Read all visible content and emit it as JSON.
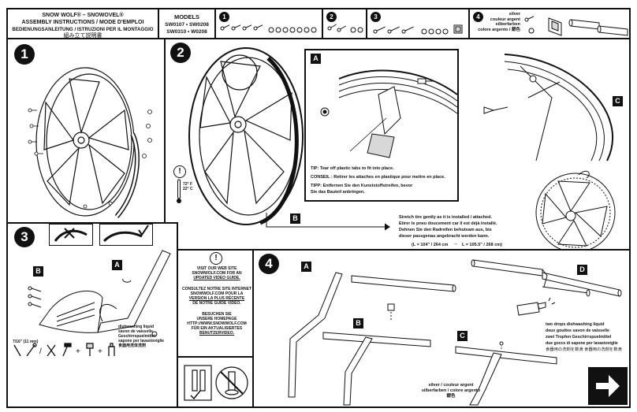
{
  "header": {
    "brand": "SNOW WOLF® – SNOWOVEL®",
    "line1": "ASSEMBLY INSTRUCTIONS / MODE D'EMPLOI",
    "line2": "BEDIENUNGSANLEITUNG / ISTRUZIONI PER IL MONTAGGIO",
    "line3": "組み立て説明書",
    "models_label": "MODELS",
    "models_1": "SW0107 • SW0208",
    "models_2": "SW0310 • W0208"
  },
  "parts_strip": {
    "step1": "1",
    "step2": "2",
    "step3": "3",
    "step4": "4",
    "silver": "silver",
    "silver_fr": "couleur argent",
    "silver_de": "silberfarben",
    "silver_it": "colore argento / 銀色"
  },
  "step1": {
    "number": "1"
  },
  "step2": {
    "number": "2",
    "temp_f": "72° F",
    "temp_c": "22° C",
    "tag_a": "A",
    "tag_b": "B",
    "tag_c": "C",
    "tip_en": "TIP: Tear off plastic tabs to fit into place.",
    "tip_fr1": "CONSEIL : Retirer les attaches en plastique pour mettre en place.",
    "tip_de1": "TIPP: Entfernen Sie den Kunststoffstreifen, bevor",
    "tip_de2": "Sie das Bauteil anbringen.",
    "stretch_en": "Stretch tire gently as it is installed / attached.",
    "stretch_fr": "Etirer le pneu doucement car il est déjà installé.",
    "stretch_de1": "Dehnen Sie den Radreifen behutsam aus, bis",
    "stretch_de2": "dieser passgenau angebracht werden kann.",
    "length_l": "(L = 104\" / 264 cm",
    "length_arrow": "→",
    "length_r": "L = 105.5\" / 268 cm)"
  },
  "step3": {
    "number": "3",
    "tag_a": "A",
    "tag_b": "B",
    "wrench_size": "7/16\" (11 mm)",
    "soap_en": "dishwashing liquid",
    "soap_fr": "savon de vaisselle",
    "soap_de": "Geschirrspuelmittel",
    "soap_it": "sapone per lavastoviglie",
    "soap_jp": "食器用洗体洗剤"
  },
  "web": {
    "en1": "VISIT OUR WEB SITE",
    "en2": "SNOWWOLF.COM FOR AN",
    "en3": "UPDATED VIDEO GUIDE.",
    "fr1": "CONSULTEZ NOTRE SITE INTERNET",
    "fr2": "SNOWWOLF.COM POUR LA",
    "fr3": "VERSION LA PLUS RÉCENTE",
    "fr4": "DE NOTRE GUIDE VIDÉO.",
    "de1": "BESUCHEN SIE",
    "de2": "UNSERE HOMEPAGE",
    "de3": "HTTP://WWW.SNOWWOLF.COM",
    "de4": "FÜR EIN AKTUALISIERTES",
    "de5": "BENUTZERVIDEO."
  },
  "step4": {
    "number": "4",
    "tag_a": "A",
    "tag_b": "B",
    "tag_c": "C",
    "tag_d": "D",
    "silver_en": "silver / couleur argent",
    "silver_de": "silberfarben / colore argento",
    "silver_jp": "銀色",
    "drops_en": "two drops dishwashing liquid",
    "drops_fr": "deux gouttes savon de vaisselle",
    "drops_de": "zwei Tropfen Geschirrspuelmittel",
    "drops_it": "due gocce di sapone per lavastoviglie",
    "drops_jp": "食器用の洗剤を数滴 食器用の洗剤を数滴"
  },
  "colors": {
    "ink": "#111111",
    "paper": "#ffffff",
    "shade": "#d8d8d8"
  },
  "icons": [
    "warning-icon",
    "screw-icon",
    "wrench-icon",
    "pliers-icon",
    "hammer-icon",
    "soap-bottle-icon",
    "next-arrow-icon",
    "check-icon",
    "cross-icon",
    "thermometer-icon"
  ]
}
